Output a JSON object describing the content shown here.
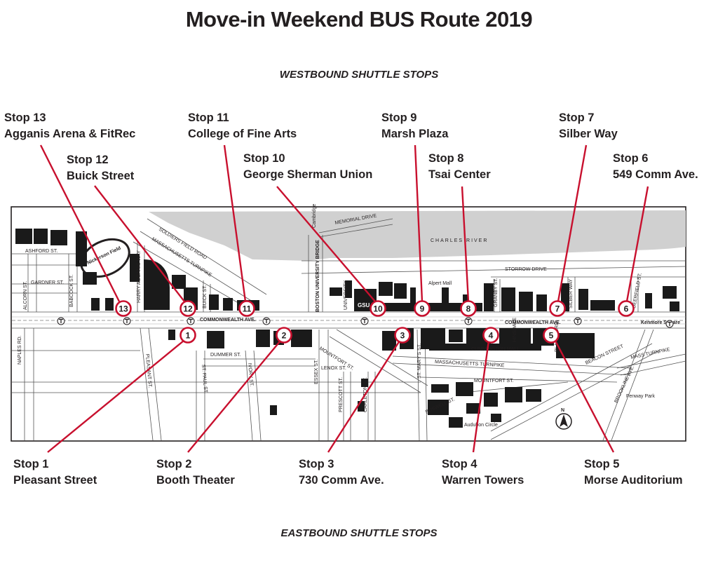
{
  "title": "Move-in Weekend BUS Route 2019",
  "westbound_heading": "WESTBOUND SHUTTLE STOPS",
  "eastbound_heading": "EASTBOUND SHUTTLE STOPS",
  "colors": {
    "route_red": "#c8102e",
    "building": "#1a1a1a",
    "river": "#d0d0d0"
  },
  "stops": {
    "s13": {
      "num": "13",
      "line1": "Stop 13",
      "line2": "Agganis Arena & FitRec"
    },
    "s12": {
      "num": "12",
      "line1": "Stop 12",
      "line2": "Buick Street"
    },
    "s11": {
      "num": "11",
      "line1": "Stop 11",
      "line2": "College of Fine Arts"
    },
    "s10": {
      "num": "10",
      "line1": "Stop 10",
      "line2": "George Sherman Union"
    },
    "s9": {
      "num": "9",
      "line1": "Stop 9",
      "line2": "Marsh Plaza"
    },
    "s8": {
      "num": "8",
      "line1": "Stop 8",
      "line2": "Tsai Center"
    },
    "s7": {
      "num": "7",
      "line1": "Stop 7",
      "line2": "Silber Way"
    },
    "s6": {
      "num": "6",
      "line1": "Stop 6",
      "line2": "549 Comm Ave."
    },
    "s1": {
      "num": "1",
      "line1": "Stop 1",
      "line2": "Pleasant Street"
    },
    "s2": {
      "num": "2",
      "line1": "Stop 2",
      "line2": "Booth Theater"
    },
    "s3": {
      "num": "3",
      "line1": "Stop 3",
      "line2": "730 Comm Ave."
    },
    "s4": {
      "num": "4",
      "line1": "Stop 4",
      "line2": "Warren Towers"
    },
    "s5": {
      "num": "5",
      "line1": "Stop 5",
      "line2": "Morse Auditorium"
    }
  },
  "map_labels": {
    "charles_river": "CHARLES RIVER",
    "memorial_drive": "MEMORIAL DRIVE",
    "storrow_drive": "STORROW DRIVE",
    "soldiers_field_road": "SOLDIERS FIELD ROAD",
    "mass_turnpike_north": "MASSACHUSETTS TURNPIKE",
    "mass_turnpike_south": "MASSACHUSETTS TURNPIKE",
    "mass_turnpike_east": "MASS TURNPIKE",
    "commonwealth_ave_west": "COMMONWEALTH AVE.",
    "commonwealth_ave_east": "COMMONWEALTH AVE.",
    "bu_bridge": "BOSTON UNIVERSITY BRIDGE",
    "cambridge": "Cambridge",
    "nickerson_field": "Nickerson Field",
    "ashford": "ASHFORD ST.",
    "gardner": "GARDNER ST.",
    "alcorn": "ALCORN ST.",
    "babcock": "BABCOCK ST.",
    "harry_agganis": "HARRY AGGANIS WAY",
    "buick": "BUICK ST.",
    "university": "UNIVERSITY",
    "gsu": "GSU",
    "alpert_mall": "Alpert Mall",
    "granby": "GRANBY ST.",
    "silber_way": "SILBER WAY",
    "deerfield": "DEERFIELD ST.",
    "kenmore_square": "Kenmore Square",
    "naples": "NAPLES RD.",
    "pleasant": "PLEASANT ST.",
    "st_paul": "ST. PAUL ST.",
    "dummer": "DUMMER ST.",
    "ivory": "IVORY ST.",
    "mountfort_west": "MOUNTFORT ST.",
    "lenox": "LENOX ST.",
    "essex": "ESSEX ST.",
    "prescott": "PRESCOTT ST.",
    "carlton": "CARLETON ST.",
    "st_marys": "ST. MARY'S ST.",
    "cummington": "CUMMINGTON MALL",
    "hinsdale": "HINSDALE",
    "blandford": "BLANDFORD",
    "mountfort_east": "MOUNTFORT ST.",
    "buswell": "BUSWELL ST.",
    "audubon": "Audubon Circle",
    "beacon": "BEACON STREET",
    "brookline": "BROOKLINE AVE.",
    "fenway_park": "Fenway Park",
    "north": "N"
  }
}
